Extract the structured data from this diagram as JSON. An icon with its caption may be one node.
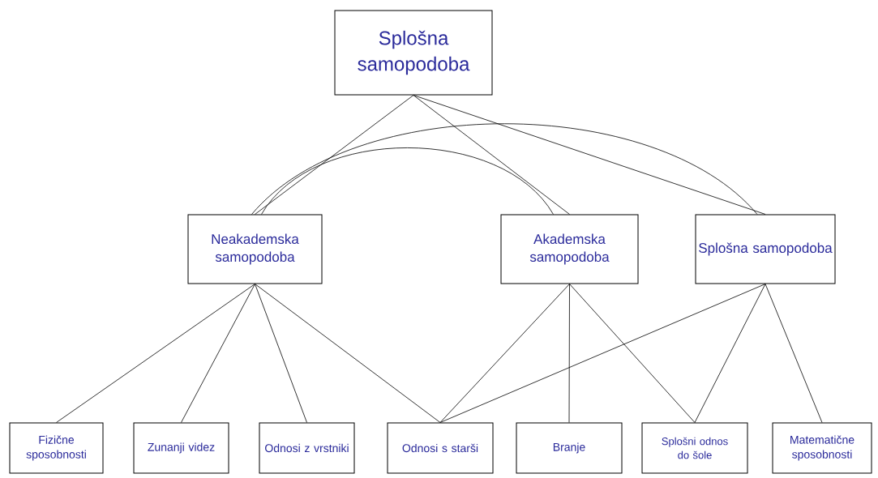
{
  "diagram": {
    "nodes": [
      {
        "text": [
          "Splošna samopodoba"
        ]
      },
      {
        "text": [
          "Neakademska samopodoba"
        ]
      },
      {
        "text": [
          "Akademska samopodoba"
        ]
      },
      {
        "text": [
          "Splošna samopodoba"
        ]
      },
      {
        "text": [
          "Fizične sposobnosti"
        ]
      },
      {
        "text": [
          "Zunanji videz"
        ]
      },
      {
        "text": [
          "Odnosi z vrstniki"
        ]
      },
      {
        "text": [
          "Odnosi s starši"
        ]
      },
      {
        "text": [
          "Branje"
        ]
      },
      {
        "text": [
          "Splošni odnos do šole"
        ]
      },
      {
        "text": [
          "Matematične sposobnosti"
        ]
      }
    ],
    "edges": [
      {
        "from": 0,
        "to": 1,
        "arrow": "none"
      },
      {
        "from": 0,
        "to": 2,
        "arrow": "none"
      },
      {
        "from": 0,
        "to": 3,
        "arrow": "none"
      },
      {
        "from": 1,
        "to": 2,
        "arrow": "none"
      },
      {
        "from": 1,
        "to": 3,
        "arrow": "none"
      },
      {
        "from": 1,
        "to": 4,
        "arrow": "none"
      },
      {
        "from": 1,
        "to": 5,
        "arrow": "none"
      },
      {
        "from": 1,
        "to": 6,
        "arrow": "none"
      },
      {
        "from": 1,
        "to": 7,
        "arrow": "none"
      },
      {
        "from": 2,
        "to": 7,
        "arrow": "none"
      },
      {
        "from": 2,
        "to": 8,
        "arrow": "none"
      },
      {
        "from": 2,
        "to": 9,
        "arrow": "none"
      },
      {
        "from": 3,
        "to": 7,
        "arrow": "none"
      },
      {
        "from": 3,
        "to": 9,
        "arrow": "none"
      },
      {
        "from": 3,
        "to": 10,
        "arrow": "none"
      }
    ]
  }
}
